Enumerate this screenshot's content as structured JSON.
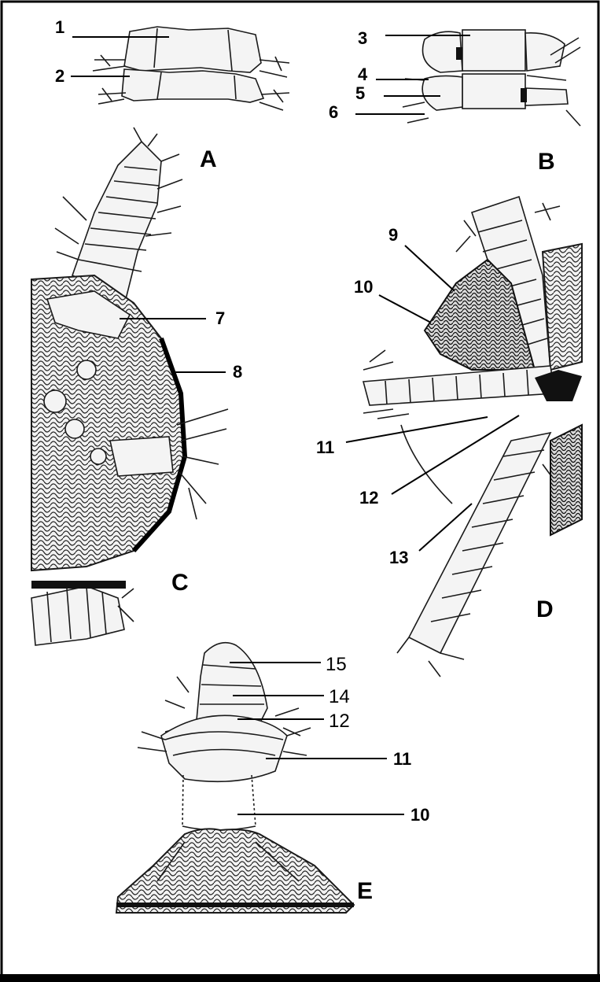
{
  "figure": {
    "panels": [
      {
        "letter": "A",
        "labels": [
          "1",
          "2"
        ]
      },
      {
        "letter": "B",
        "labels": [
          "3",
          "4",
          "5",
          "6"
        ]
      },
      {
        "letter": "C",
        "labels": [
          "7",
          "8"
        ]
      },
      {
        "letter": "D",
        "labels": [
          "9",
          "10",
          "11",
          "12",
          "13"
        ]
      },
      {
        "letter": "E",
        "labels": [
          "15",
          "14",
          "12",
          "11",
          "10"
        ]
      }
    ]
  }
}
